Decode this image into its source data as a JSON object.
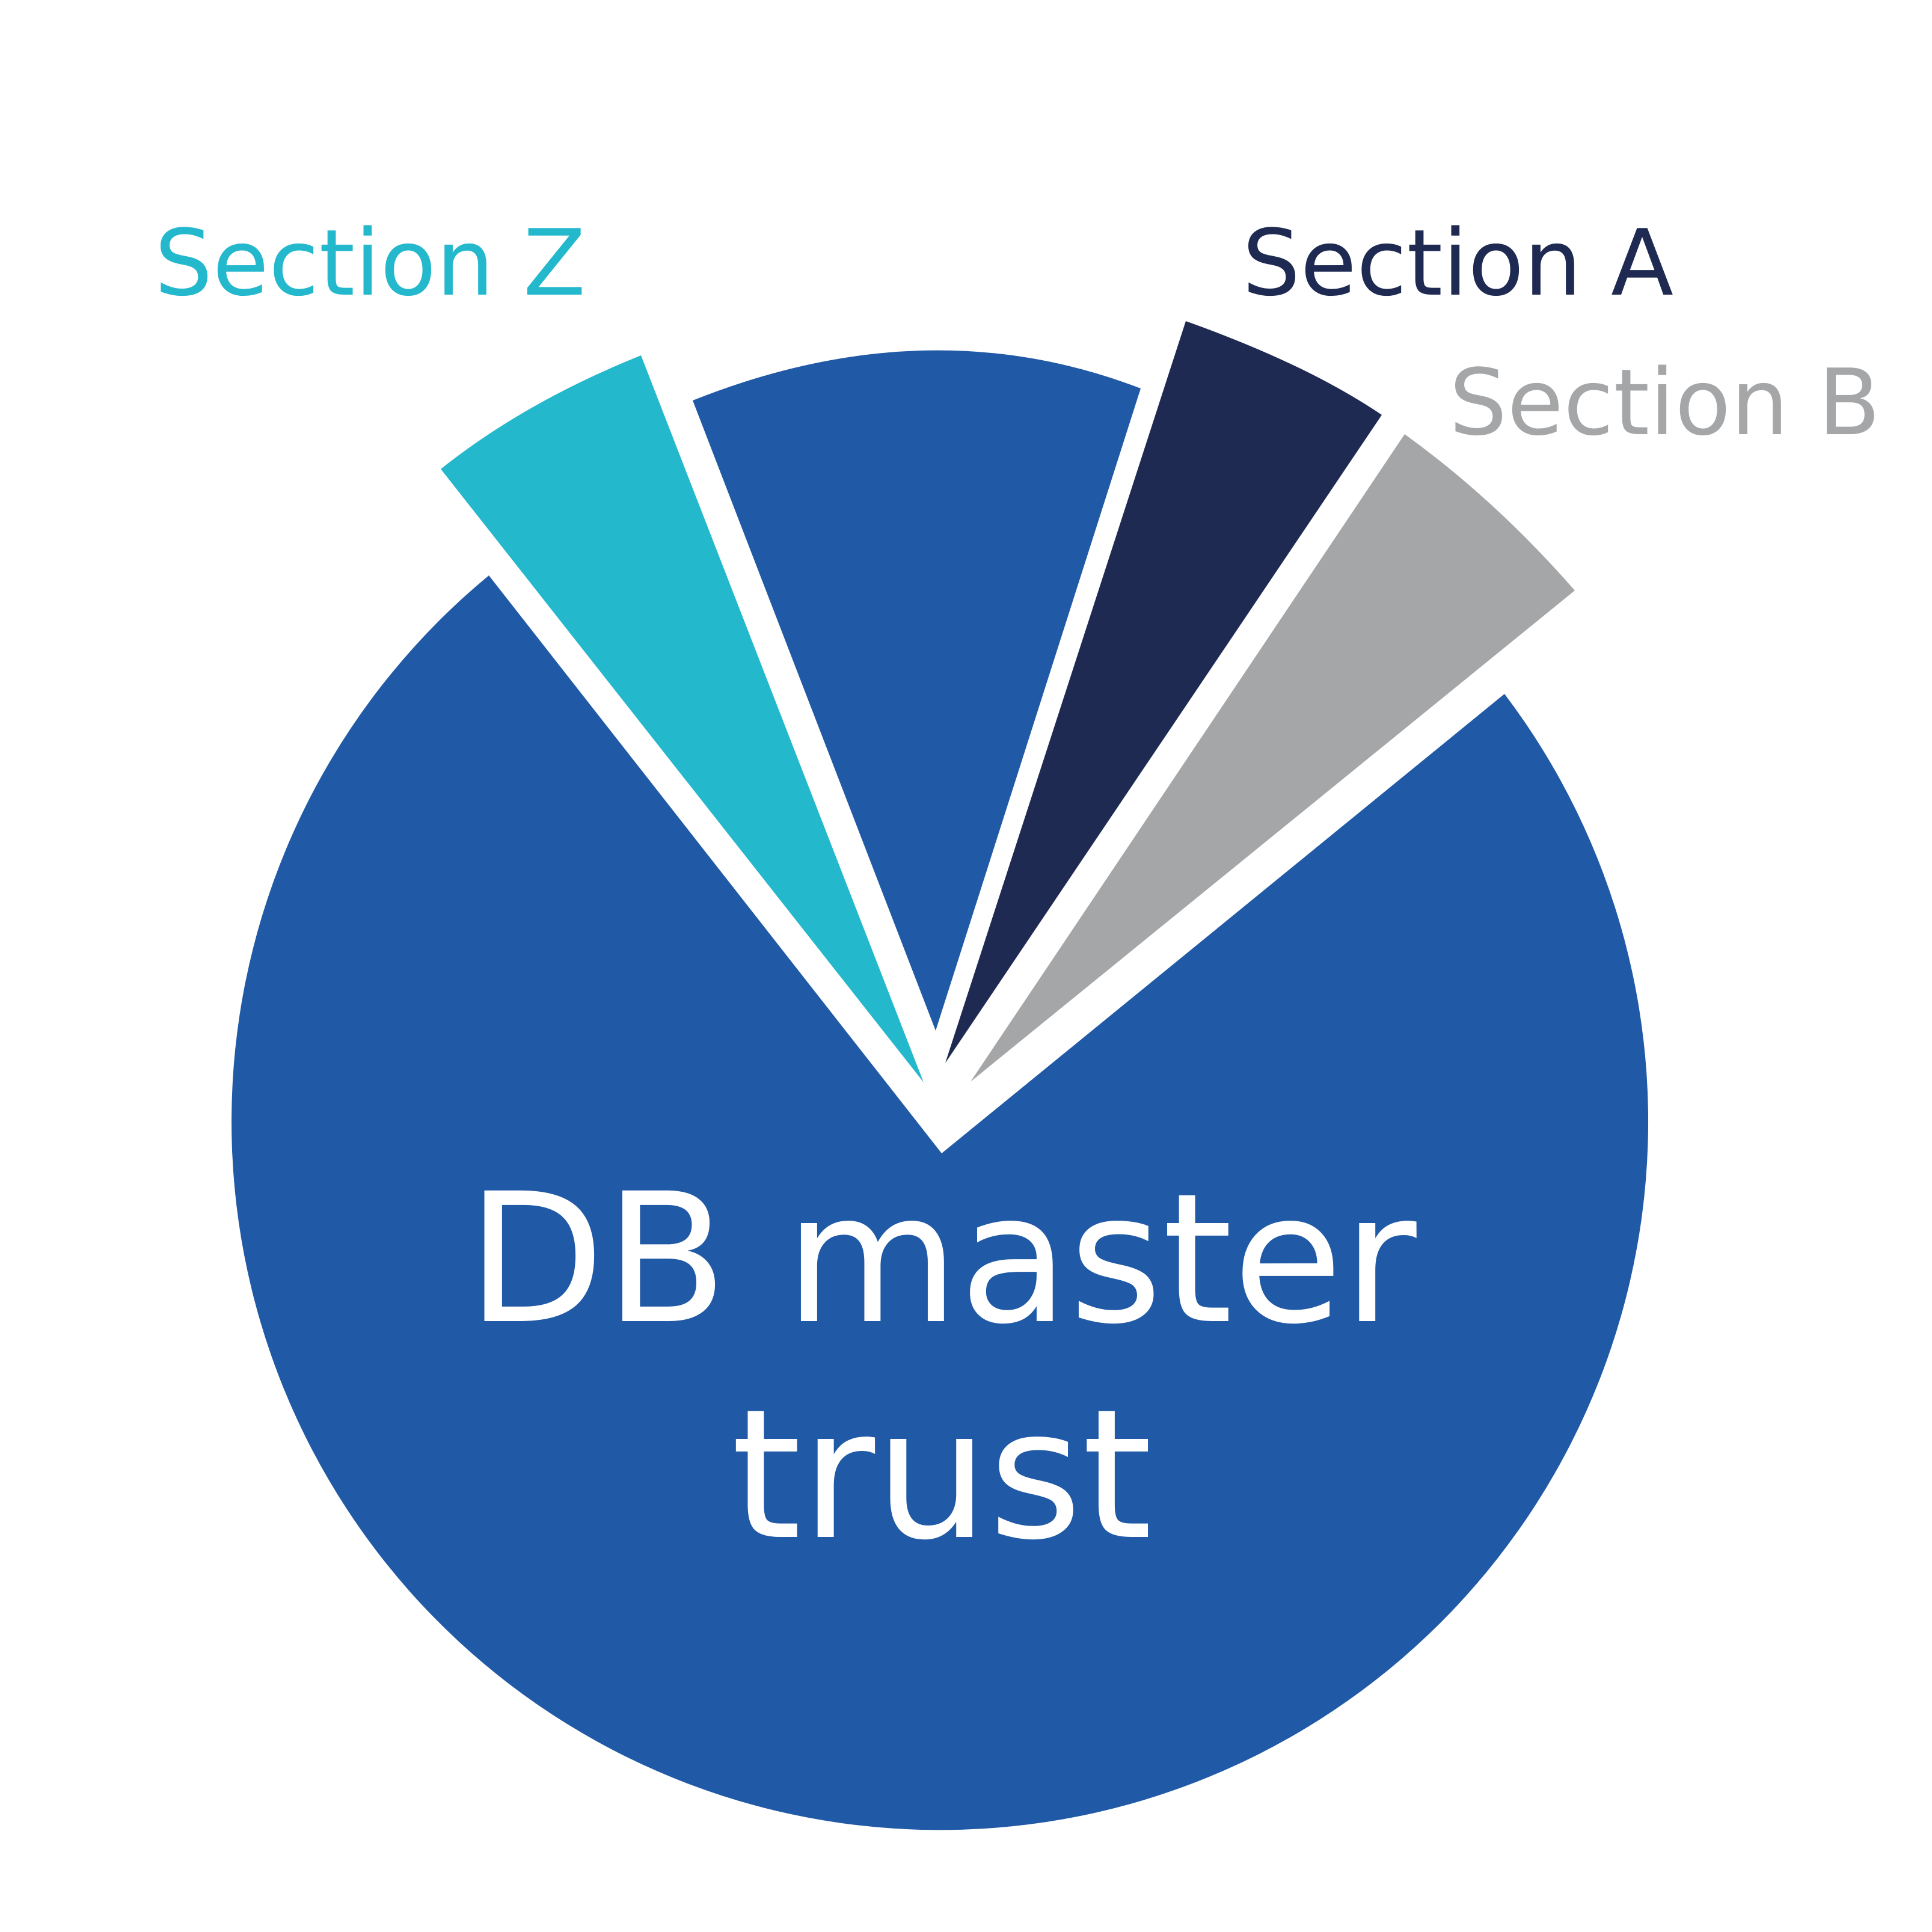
{
  "diagram": {
    "colors": {
      "background": "#ffffff",
      "master_trust": "#2059a5",
      "section_z": "#24b8cd",
      "section_a": "#1f2a52",
      "section_b": "#a5a6a8",
      "center_text": "#ffffff"
    },
    "sections": [
      {
        "id": "section_z",
        "label": "Section Z"
      },
      {
        "id": "section_a",
        "label": "Section A"
      },
      {
        "id": "section_b",
        "label": "Section B"
      }
    ],
    "main": {
      "label_line1": "DB master",
      "label_line2": "trust"
    }
  }
}
